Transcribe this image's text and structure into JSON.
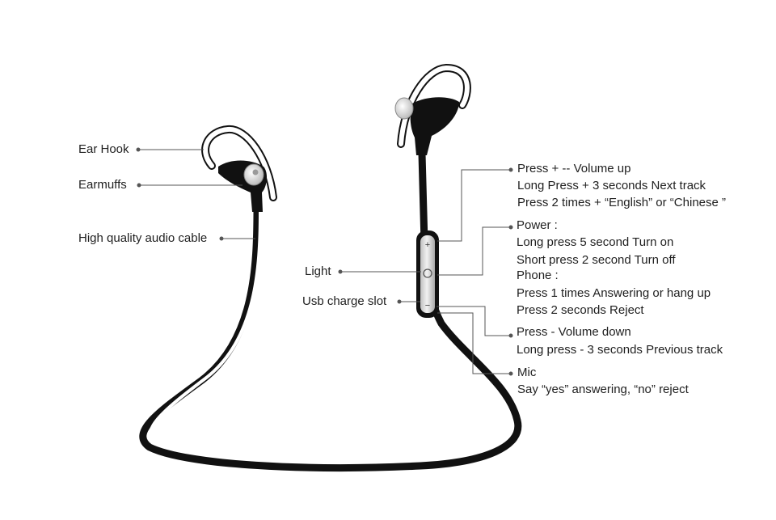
{
  "left_labels": {
    "ear_hook": "Ear Hook",
    "earmuffs": "Earmuffs",
    "audio_cable": "High quality audio cable",
    "light": "Light",
    "usb_slot": "Usb charge slot"
  },
  "right_labels": {
    "plus_line1": "Press + -- Volume up",
    "plus_line2": "Long Press + 3 seconds Next track",
    "plus_line3": "Press 2 times + “English” or “Chinese ”",
    "power_title": "Power :",
    "power_line1": "Long press 5 second Turn on",
    "power_line2": "Short press 2 second Turn off",
    "phone_title": "Phone :",
    "phone_line1": "Press 1 times Answering or hang up",
    "phone_line2": "Press 2 seconds  Reject",
    "minus_line1": "Press - Volume down",
    "minus_line2": "Long press - 3 seconds Previous track",
    "mic_title": "Mic",
    "mic_line1": "Say “yes” answering, “no” reject"
  },
  "remote_symbols": {
    "plus": "+",
    "minus": "−"
  },
  "colors": {
    "cable_black": "#111111",
    "cable_white": "#ffffff",
    "remote_silver": "#d9d9d9",
    "leader_line": "#555555"
  }
}
